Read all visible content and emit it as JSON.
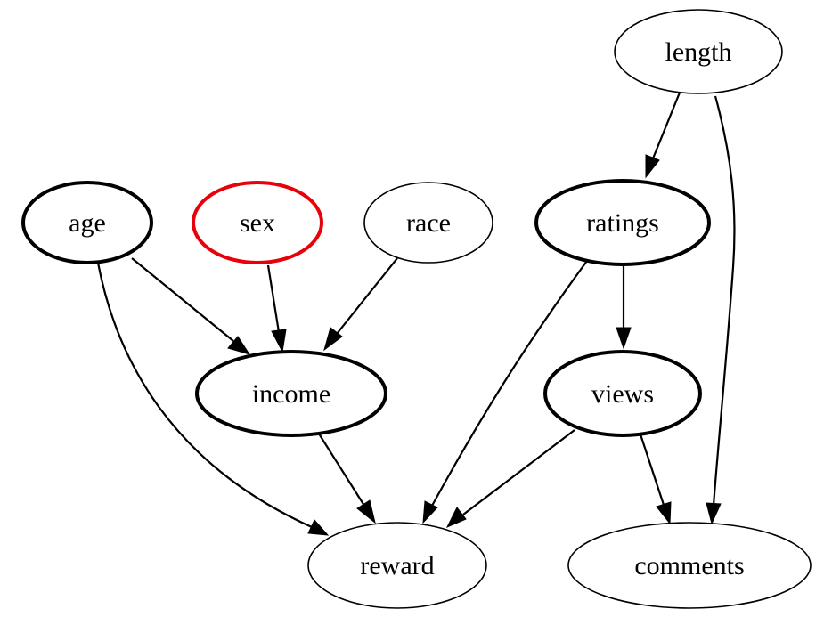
{
  "graph": {
    "nodes": {
      "age": {
        "label": "age",
        "style": "bold",
        "color": "#000000"
      },
      "sex": {
        "label": "sex",
        "style": "bold",
        "color": "#e8000b"
      },
      "race": {
        "label": "race",
        "style": "normal",
        "color": "#000000"
      },
      "income": {
        "label": "income",
        "style": "bold",
        "color": "#000000"
      },
      "length": {
        "label": "length",
        "style": "normal",
        "color": "#000000"
      },
      "ratings": {
        "label": "ratings",
        "style": "bold",
        "color": "#000000"
      },
      "views": {
        "label": "views",
        "style": "bold",
        "color": "#000000"
      },
      "reward": {
        "label": "reward",
        "style": "normal",
        "color": "#000000"
      },
      "comments": {
        "label": "comments",
        "style": "normal",
        "color": "#000000"
      }
    },
    "edges": [
      {
        "from": "age",
        "to": "income"
      },
      {
        "from": "age",
        "to": "reward"
      },
      {
        "from": "sex",
        "to": "income"
      },
      {
        "from": "race",
        "to": "income"
      },
      {
        "from": "income",
        "to": "reward"
      },
      {
        "from": "length",
        "to": "ratings"
      },
      {
        "from": "length",
        "to": "comments"
      },
      {
        "from": "ratings",
        "to": "views"
      },
      {
        "from": "ratings",
        "to": "reward"
      },
      {
        "from": "views",
        "to": "reward"
      },
      {
        "from": "views",
        "to": "comments"
      }
    ]
  }
}
